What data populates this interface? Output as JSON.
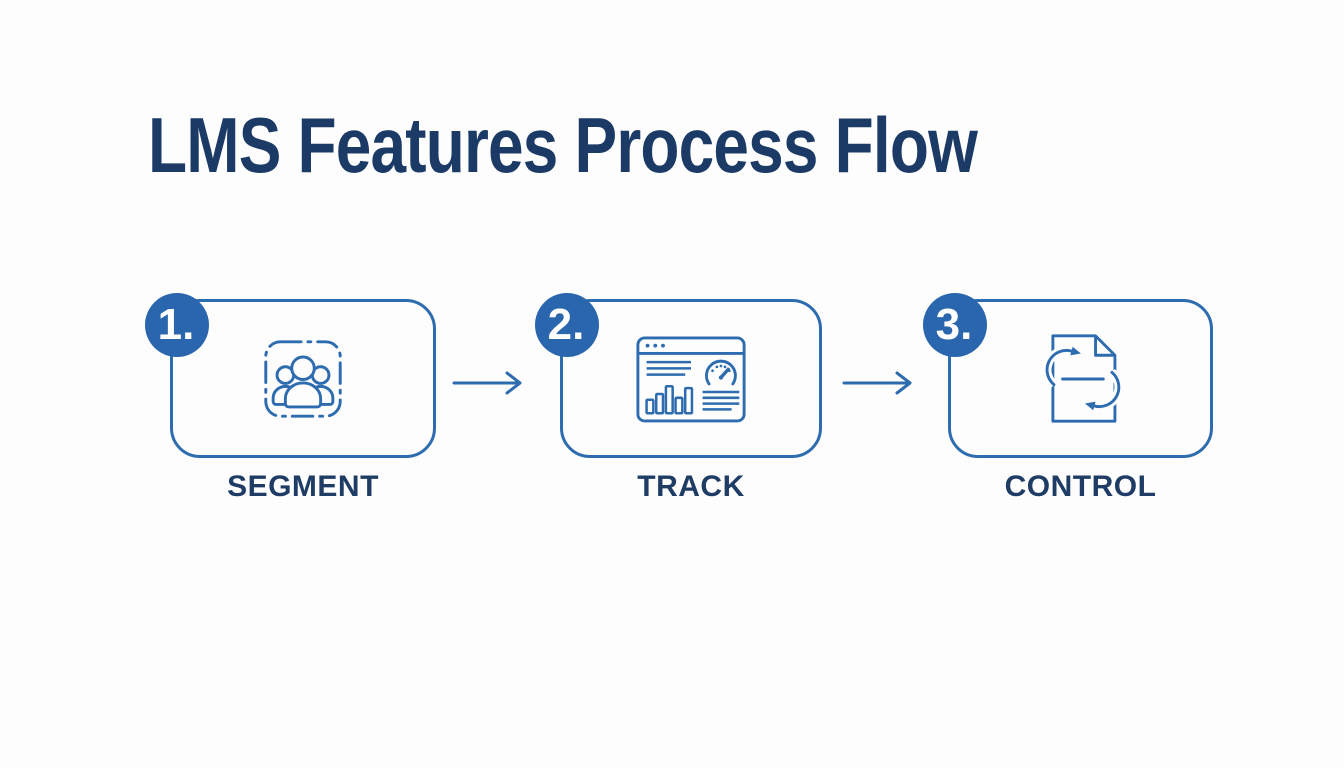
{
  "title": "LMS Features Process Flow",
  "steps": [
    {
      "number": "1.",
      "label": "SEGMENT",
      "icon": "audience-segment-icon"
    },
    {
      "number": "2.",
      "label": "TRACK",
      "icon": "analytics-dashboard-icon"
    },
    {
      "number": "3.",
      "label": "CONTROL",
      "icon": "document-sync-icon"
    }
  ],
  "connectors": [
    {
      "type": "arrow-right"
    },
    {
      "type": "arrow-right"
    }
  ],
  "colors": {
    "outline_blue": "#2e6cb0",
    "badge_blue": "#2a66ad",
    "badge_text": "#ffffff",
    "title_navy": "#1b3a66",
    "label_navy": "#1e3c64",
    "background": "#fdfdfd"
  }
}
